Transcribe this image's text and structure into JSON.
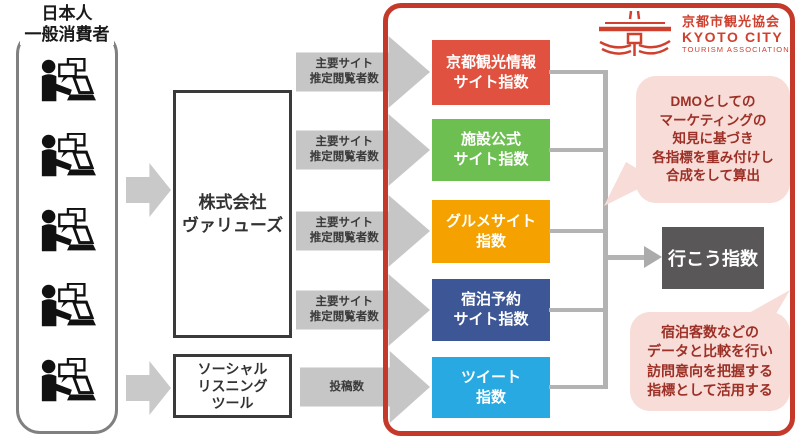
{
  "consumers": {
    "title_line1": "日本人",
    "title_line2": "一般消費者"
  },
  "values_company": {
    "line1": "株式会社",
    "line2": "ヴァリューズ"
  },
  "social_tool": {
    "line1": "ソーシャル",
    "line2": "リスニング",
    "line3": "ツール"
  },
  "flow": {
    "site_metric_line1": "主要サイト",
    "site_metric_line2": "推定閲覧者数",
    "posts_metric": "投稿数"
  },
  "indices": [
    {
      "line1": "京都観光情報",
      "line2": "サイト指数",
      "color": "#e0523f"
    },
    {
      "line1": "施設公式",
      "line2": "サイト指数",
      "color": "#6cbf50"
    },
    {
      "line1": "グルメサイト",
      "line2": "指数",
      "color": "#f5a200"
    },
    {
      "line1": "宿泊予約",
      "line2": "サイト指数",
      "color": "#3d5695"
    },
    {
      "line1": "ツイート",
      "line2": "指数",
      "color": "#29a9e1"
    }
  ],
  "output": {
    "label": "行こう指数",
    "bg": "#595757"
  },
  "logo": {
    "jp": "京都市観光協会",
    "en_line1": "KYOTO CITY",
    "en_line2": "TOURISM ASSOCIATION",
    "color": "#d0402f"
  },
  "notes": {
    "top": {
      "lines": [
        "DMOとしての",
        "マーケティングの",
        "知見に基づき",
        "各指標を重み付けし",
        "合成をして算出"
      ]
    },
    "bottom": {
      "lines": [
        "宿泊客数などの",
        "データと比較を行い",
        "訪問意向を把握する",
        "指標として活用する"
      ]
    }
  },
  "colors": {
    "container_border": "#c5392b",
    "note_bg": "#f7dcd7",
    "note_text": "#9c2f26",
    "arrow_gray": "#c6c6c6",
    "connector_gray": "#b3b3b3"
  }
}
